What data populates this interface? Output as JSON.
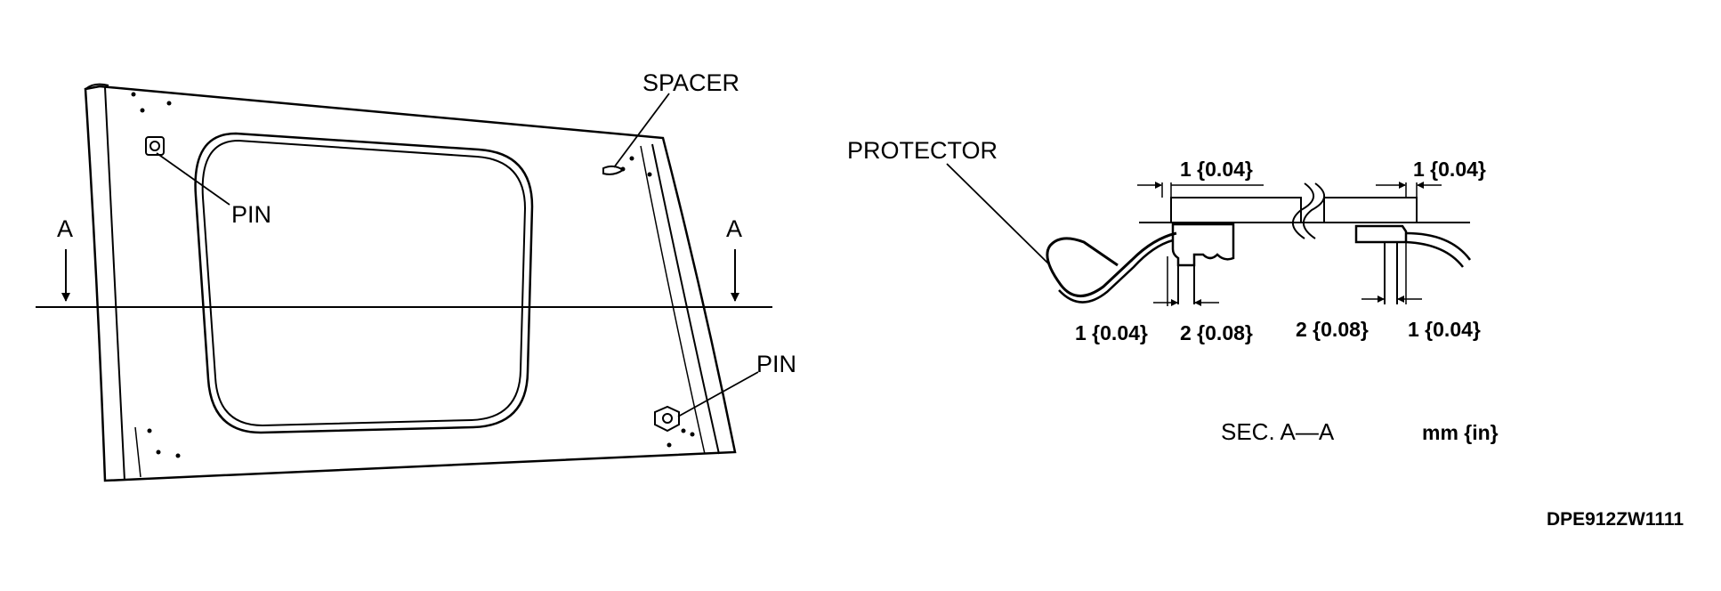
{
  "figure": {
    "left_view": {
      "labels": {
        "spacer": "SPACER",
        "pin_upper": "PIN",
        "pin_lower": "PIN",
        "section_left": "A",
        "section_right": "A"
      }
    },
    "section_view": {
      "protector_label": "PROTECTOR",
      "dimensions": {
        "top_left": "1 {0.04}",
        "top_right": "1 {0.04}",
        "bottom_left_1": "1 {0.04}",
        "bottom_left_2": "2 {0.08}",
        "bottom_right_1": "2 {0.08}",
        "bottom_right_2": "1 {0.04}"
      },
      "caption": "SEC. A—A",
      "units": "mm {in}"
    },
    "figure_code": "DPE912ZW1111"
  }
}
